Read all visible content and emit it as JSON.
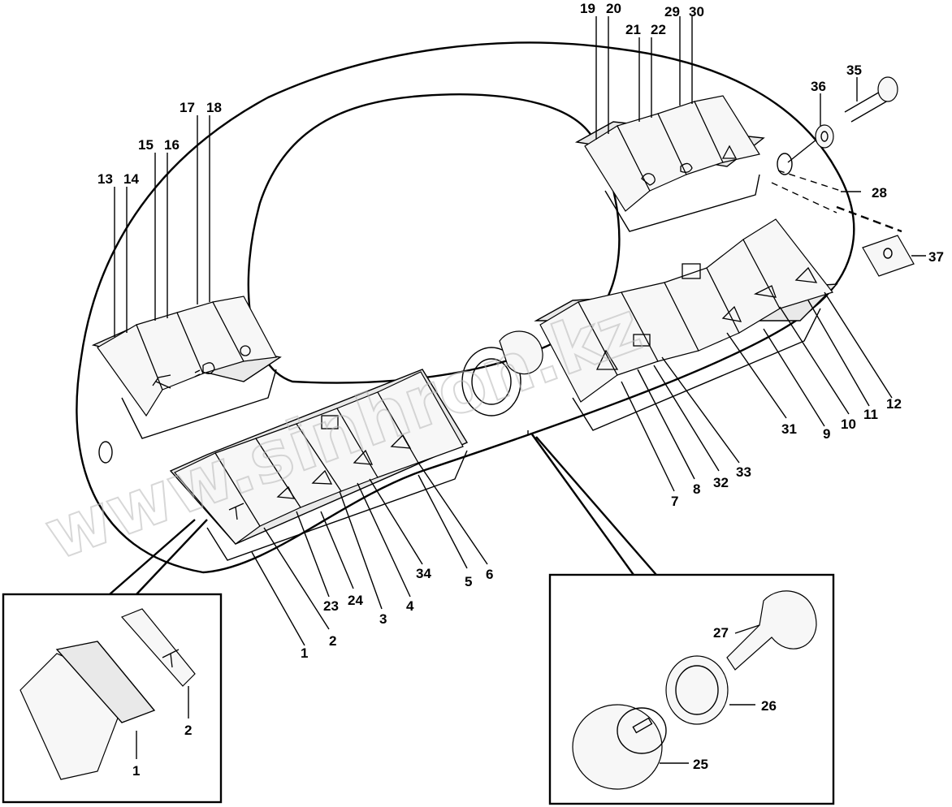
{
  "watermark": "www.sinhron.kz",
  "labels": {
    "l1": "1",
    "l2": "2",
    "l3": "3",
    "l4": "4",
    "l5": "5",
    "l6": "6",
    "l7": "7",
    "l8": "8",
    "l9": "9",
    "l10": "10",
    "l11": "11",
    "l12": "12",
    "l13": "13",
    "l14": "14",
    "l15": "15",
    "l16": "16",
    "l17": "17",
    "l18": "18",
    "l19": "19",
    "l20": "20",
    "l21": "21",
    "l22": "22",
    "l23": "23",
    "l24": "24",
    "l25": "25",
    "l26": "26",
    "l27": "27",
    "l28": "28",
    "l29": "29",
    "l30": "30",
    "l31": "31",
    "l32": "32",
    "l33": "33",
    "l34": "34",
    "l35": "35",
    "l36": "36",
    "l37": "37",
    "inset_l1": "1",
    "inset_l2": "2"
  },
  "icons": [
    "warning-triangle-icon",
    "light-bulb-icon",
    "headlight-icon",
    "work-light-icon",
    "key-icon"
  ]
}
